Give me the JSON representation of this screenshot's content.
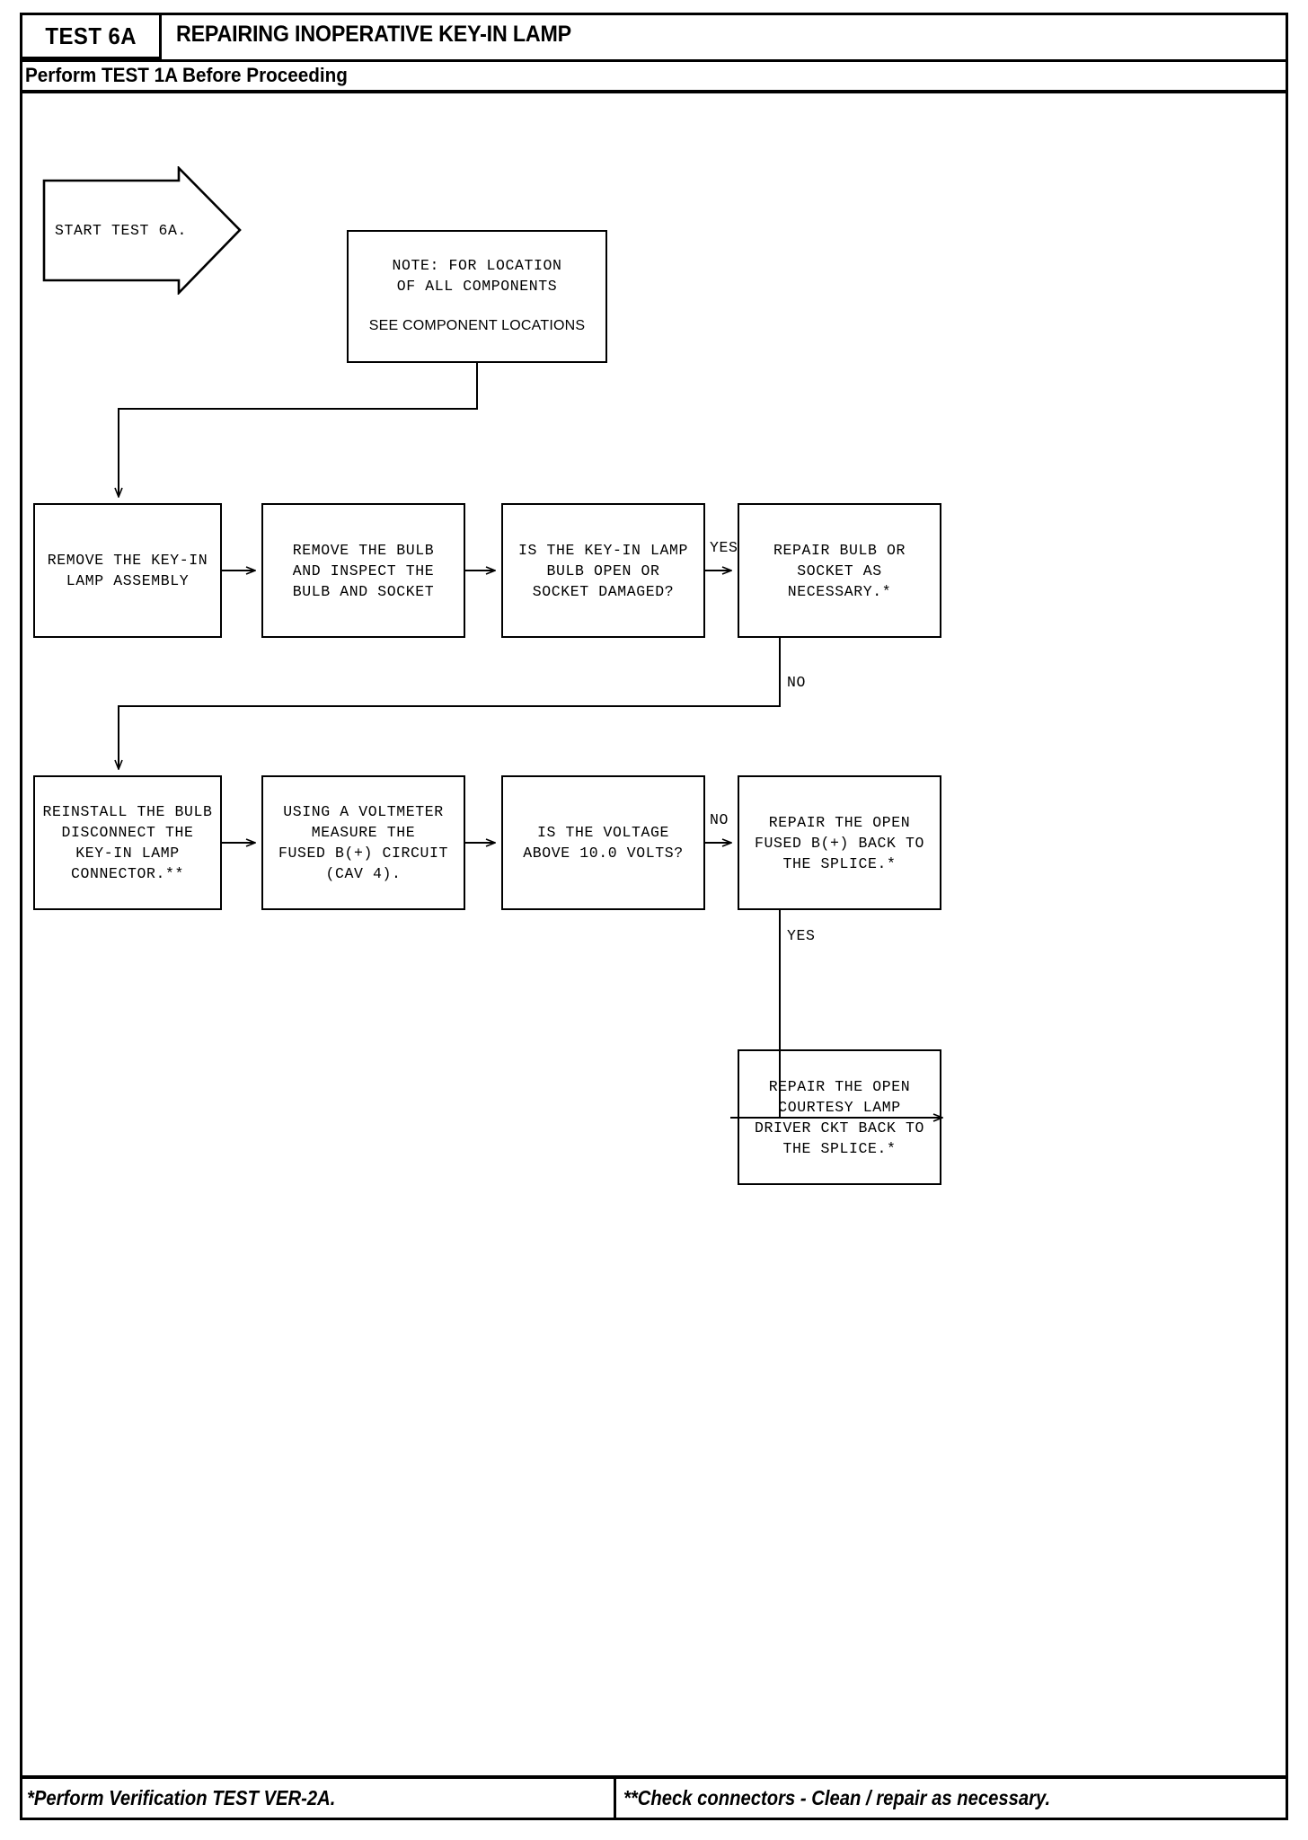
{
  "header": {
    "test_id": "TEST 6A",
    "title": "REPAIRING INOPERATIVE KEY-IN LAMP",
    "subtitle": "Perform TEST 1A Before Proceeding"
  },
  "flow": {
    "start": {
      "label": "START TEST 6A."
    },
    "note": {
      "line1": "NOTE: FOR LOCATION\nOF ALL COMPONENTS",
      "line2": "SEE COMPONENT LOCATIONS"
    },
    "boxes": [
      {
        "id": "remove-assembly",
        "text": "REMOVE THE KEY-IN\nLAMP ASSEMBLY"
      },
      {
        "id": "inspect-bulb",
        "text": "REMOVE THE BULB\nAND INSPECT THE\nBULB AND SOCKET"
      },
      {
        "id": "bulb-open-question",
        "text": "IS THE KEY-IN LAMP\nBULB OPEN OR\nSOCKET DAMAGED?"
      },
      {
        "id": "repair-bulb-socket",
        "text": "REPAIR BULB OR\nSOCKET AS\nNECESSARY.*"
      },
      {
        "id": "reinstall-bulb",
        "text": "REINSTALL THE BULB\nDISCONNECT THE\nKEY-IN LAMP\nCONNECTOR.**"
      },
      {
        "id": "measure-voltage",
        "text": "USING A VOLTMETER\nMEASURE THE\nFUSED B(+) CIRCUIT\n(CAV 4)."
      },
      {
        "id": "voltage-question",
        "text": "IS THE VOLTAGE\nABOVE 10.0 VOLTS?"
      },
      {
        "id": "repair-fused-b",
        "text": "REPAIR THE OPEN\nFUSED B(+) BACK TO\nTHE SPLICE.*"
      },
      {
        "id": "repair-courtesy-lamp",
        "text": "REPAIR THE OPEN\nCOURTESY LAMP\nDRIVER CKT BACK TO\nTHE SPLICE.*"
      }
    ],
    "edge_labels": {
      "bulb_yes": "YES",
      "bulb_no": "NO",
      "voltage_no": "NO",
      "voltage_yes": "YES"
    }
  },
  "footer": {
    "left": "*Perform Verification TEST VER-2A.",
    "right": "**Check connectors - Clean / repair as necessary."
  },
  "colors": {
    "ink": "#000000",
    "paper": "#ffffff"
  }
}
